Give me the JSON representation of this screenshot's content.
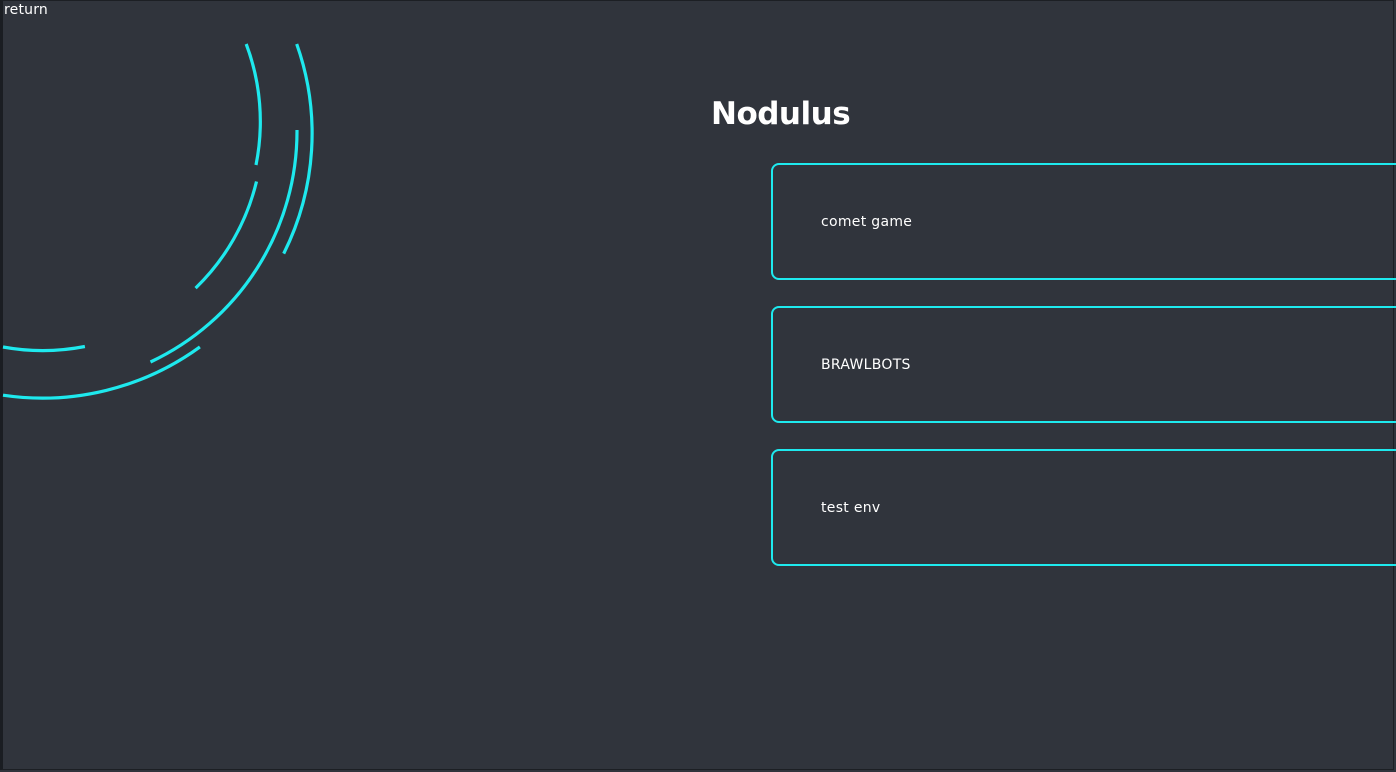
{
  "header": {
    "return_label": "return"
  },
  "app": {
    "title": "Nodulus"
  },
  "menu": {
    "items": [
      {
        "label": "comet game"
      },
      {
        "label": "BRAWLBOTS"
      },
      {
        "label": "test env"
      }
    ]
  },
  "colors": {
    "background": "#30343c",
    "accent": "#1ee9ee",
    "text": "#ffffff"
  }
}
